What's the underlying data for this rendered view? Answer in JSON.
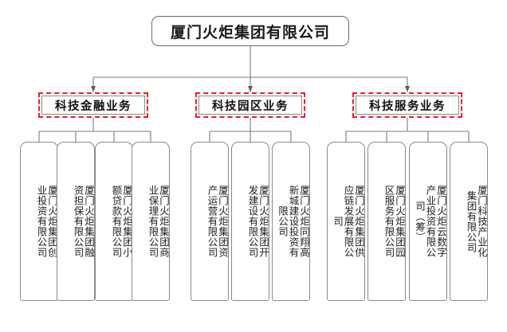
{
  "chart": {
    "type": "org-chart",
    "title_node": "厦门火炬集团有限公司",
    "divisions": [
      {
        "label": "科技金融业务",
        "children": [
          "厦门火炬集团创业投资有限公司",
          "厦门火炬集团融资担保有限公司",
          "厦门火炬集团小额贷款有限公司",
          "厦门火炬集团商业保理有限公司"
        ]
      },
      {
        "label": "科技园区业务",
        "children": [
          "厦门火炬集团资产运营有限公司",
          "厦门火炬集团开发建设有限公司",
          "厦门火炬同翔高新城建设投资有限公司"
        ]
      },
      {
        "label": "科技服务业务",
        "children": [
          "厦门火炬集团供应链发展有限公司",
          "厦门火炬集团园区服务有限公司",
          "厦门火炬云数字产业投资有限公司（筹）",
          "厦门科技产业化集团有限公司"
        ]
      }
    ],
    "colors": {
      "division_border": "#ee1c25",
      "node_border": "#8a8a8a",
      "root_border": "#6b6b6b",
      "connector": "#7a7a7a",
      "text": "#1a1a1a",
      "background": "#ffffff"
    }
  }
}
